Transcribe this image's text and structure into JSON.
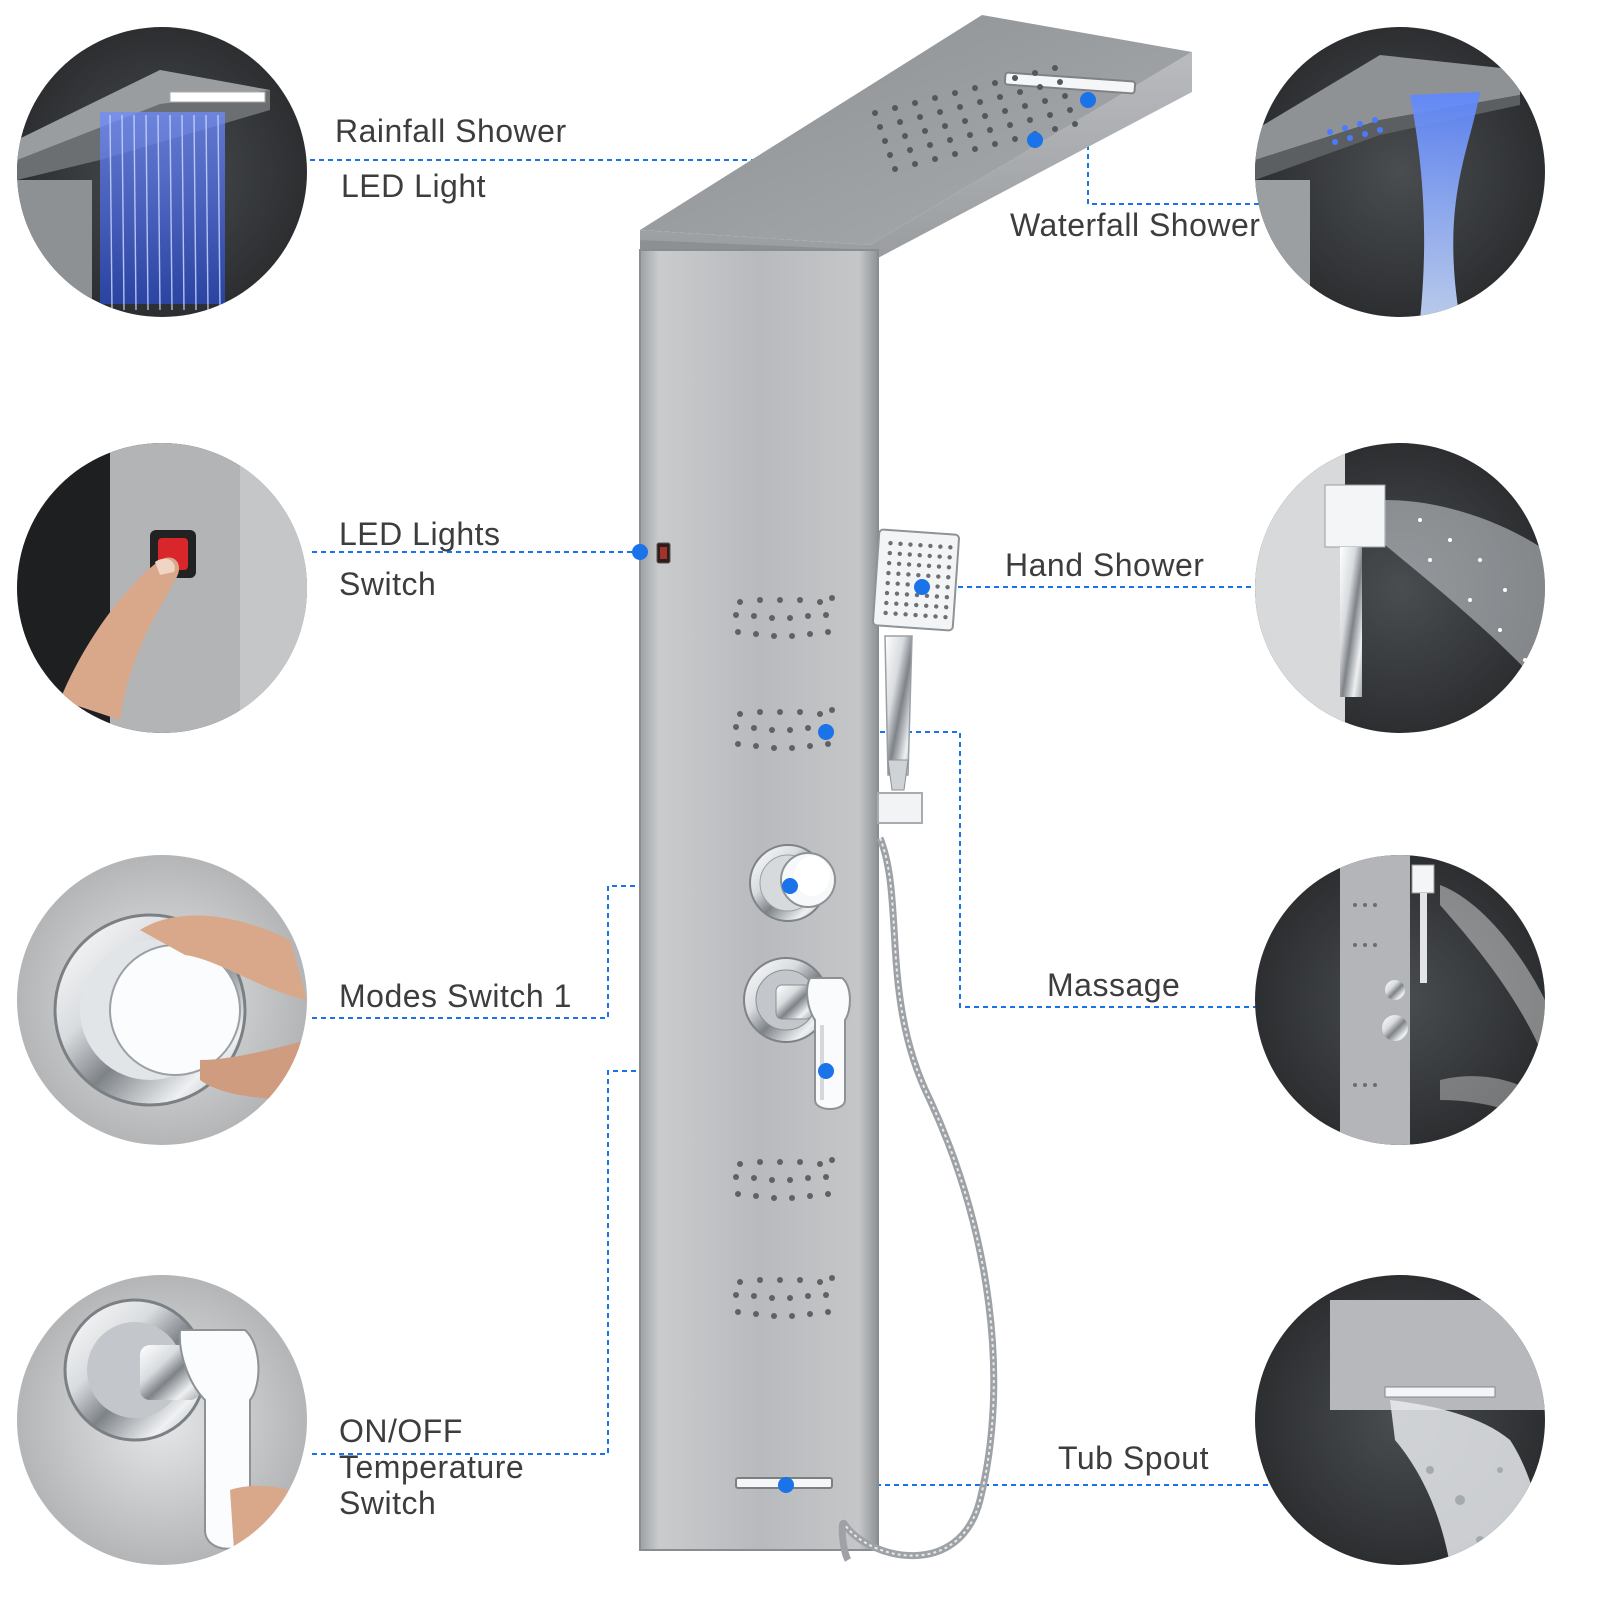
{
  "colors": {
    "accent": "#1a73e8",
    "panel": "#b4b6b8",
    "label_text": "#3d3d3d",
    "led_blue": "#4a7bff",
    "switch_red": "#d8262a"
  },
  "callouts": {
    "rainfall_shower": "Rainfall Shower",
    "led_light": "LED Light",
    "waterfall_shower": "Waterfall Shower",
    "led_lights_switch_line1": "LED Lights",
    "led_lights_switch_line2": "Switch",
    "hand_shower": "Hand Shower",
    "modes_switch": "Modes Switch 1",
    "massage": "Massage",
    "onoff_line1": "ON/OFF",
    "onoff_line2": "Temperature",
    "onoff_line3": "Switch",
    "tub_spout": "Tub Spout"
  },
  "detail_photos": [
    "rainfall-led-photo",
    "waterfall-photo",
    "led-switch-photo",
    "hand-shower-photo",
    "modes-knob-photo",
    "massage-jets-photo",
    "temperature-lever-photo",
    "tub-spout-photo"
  ]
}
